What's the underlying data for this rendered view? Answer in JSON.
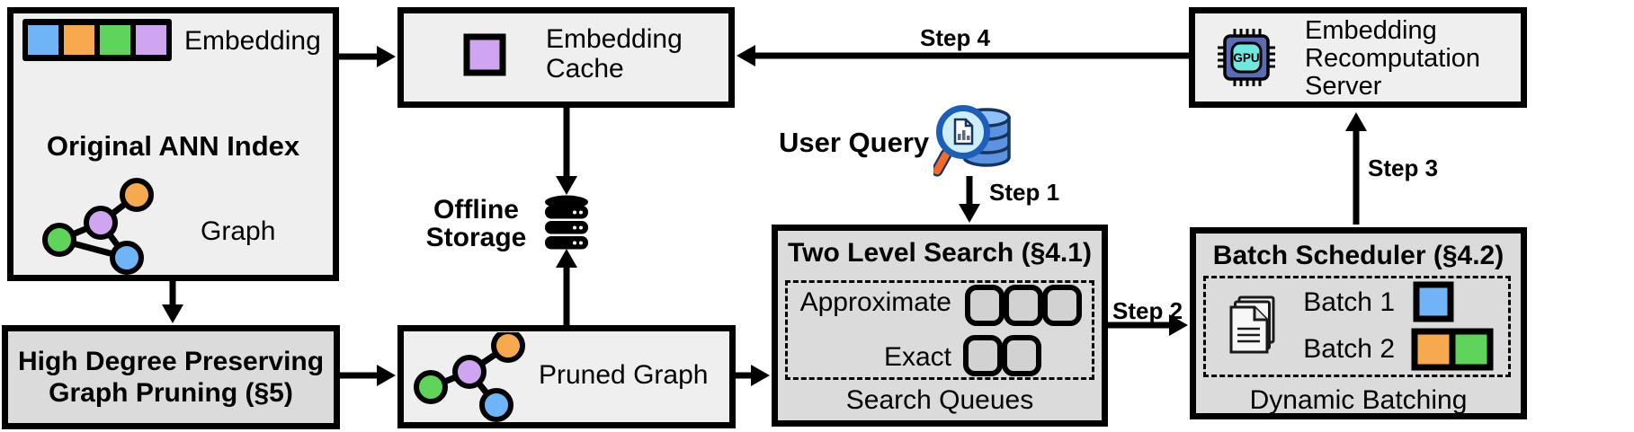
{
  "palette": {
    "blue": "#6eb4f7",
    "orange": "#f7a94e",
    "green": "#5ed45a",
    "purple": "#cfa4f0",
    "box_light": "#efefef",
    "box_dark": "#dbdbdb",
    "queue_slot": "#d2d2d2",
    "query_db_blue": "#5b93e0",
    "query_db_top": "#8ec1f5",
    "query_outline": "#16355e",
    "magnifier_rim": "#1d5fb8",
    "magnifier_lens": "#cdeef8",
    "magnifier_handle": "#f2692e",
    "doc_bar": "#5a6b80",
    "gpu_body": "#5a6cb4",
    "gpu_screen": "#6fe8df"
  },
  "ann_index": {
    "embedding_label": "Embedding",
    "title": "Original ANN Index",
    "graph_label": "Graph"
  },
  "embedding_cache": {
    "label": "Embedding Cache"
  },
  "offline_storage": {
    "line1": "Offline",
    "line2": "Storage"
  },
  "user_query": {
    "label": "User Query"
  },
  "steps": {
    "s1": "Step 1",
    "s2": "Step 2",
    "s3": "Step 3",
    "s4": "Step 4"
  },
  "two_level_search": {
    "title": "Two Level Search (§4.1)",
    "approximate_label": "Approximate",
    "exact_label": "Exact",
    "footer": "Search Queues"
  },
  "batch_scheduler": {
    "title": "Batch Scheduler (§4.2)",
    "batch1_label": "Batch 1",
    "batch2_label": "Batch 2",
    "footer": "Dynamic Batching"
  },
  "recomputation_server": {
    "label": "Embedding Recomputation Server",
    "gpu_label": "GPU"
  },
  "graph_pruning": {
    "line1": "High Degree Preserving",
    "line2": "Graph Pruning (§5)"
  },
  "pruned_graph": {
    "label": "Pruned Graph"
  }
}
